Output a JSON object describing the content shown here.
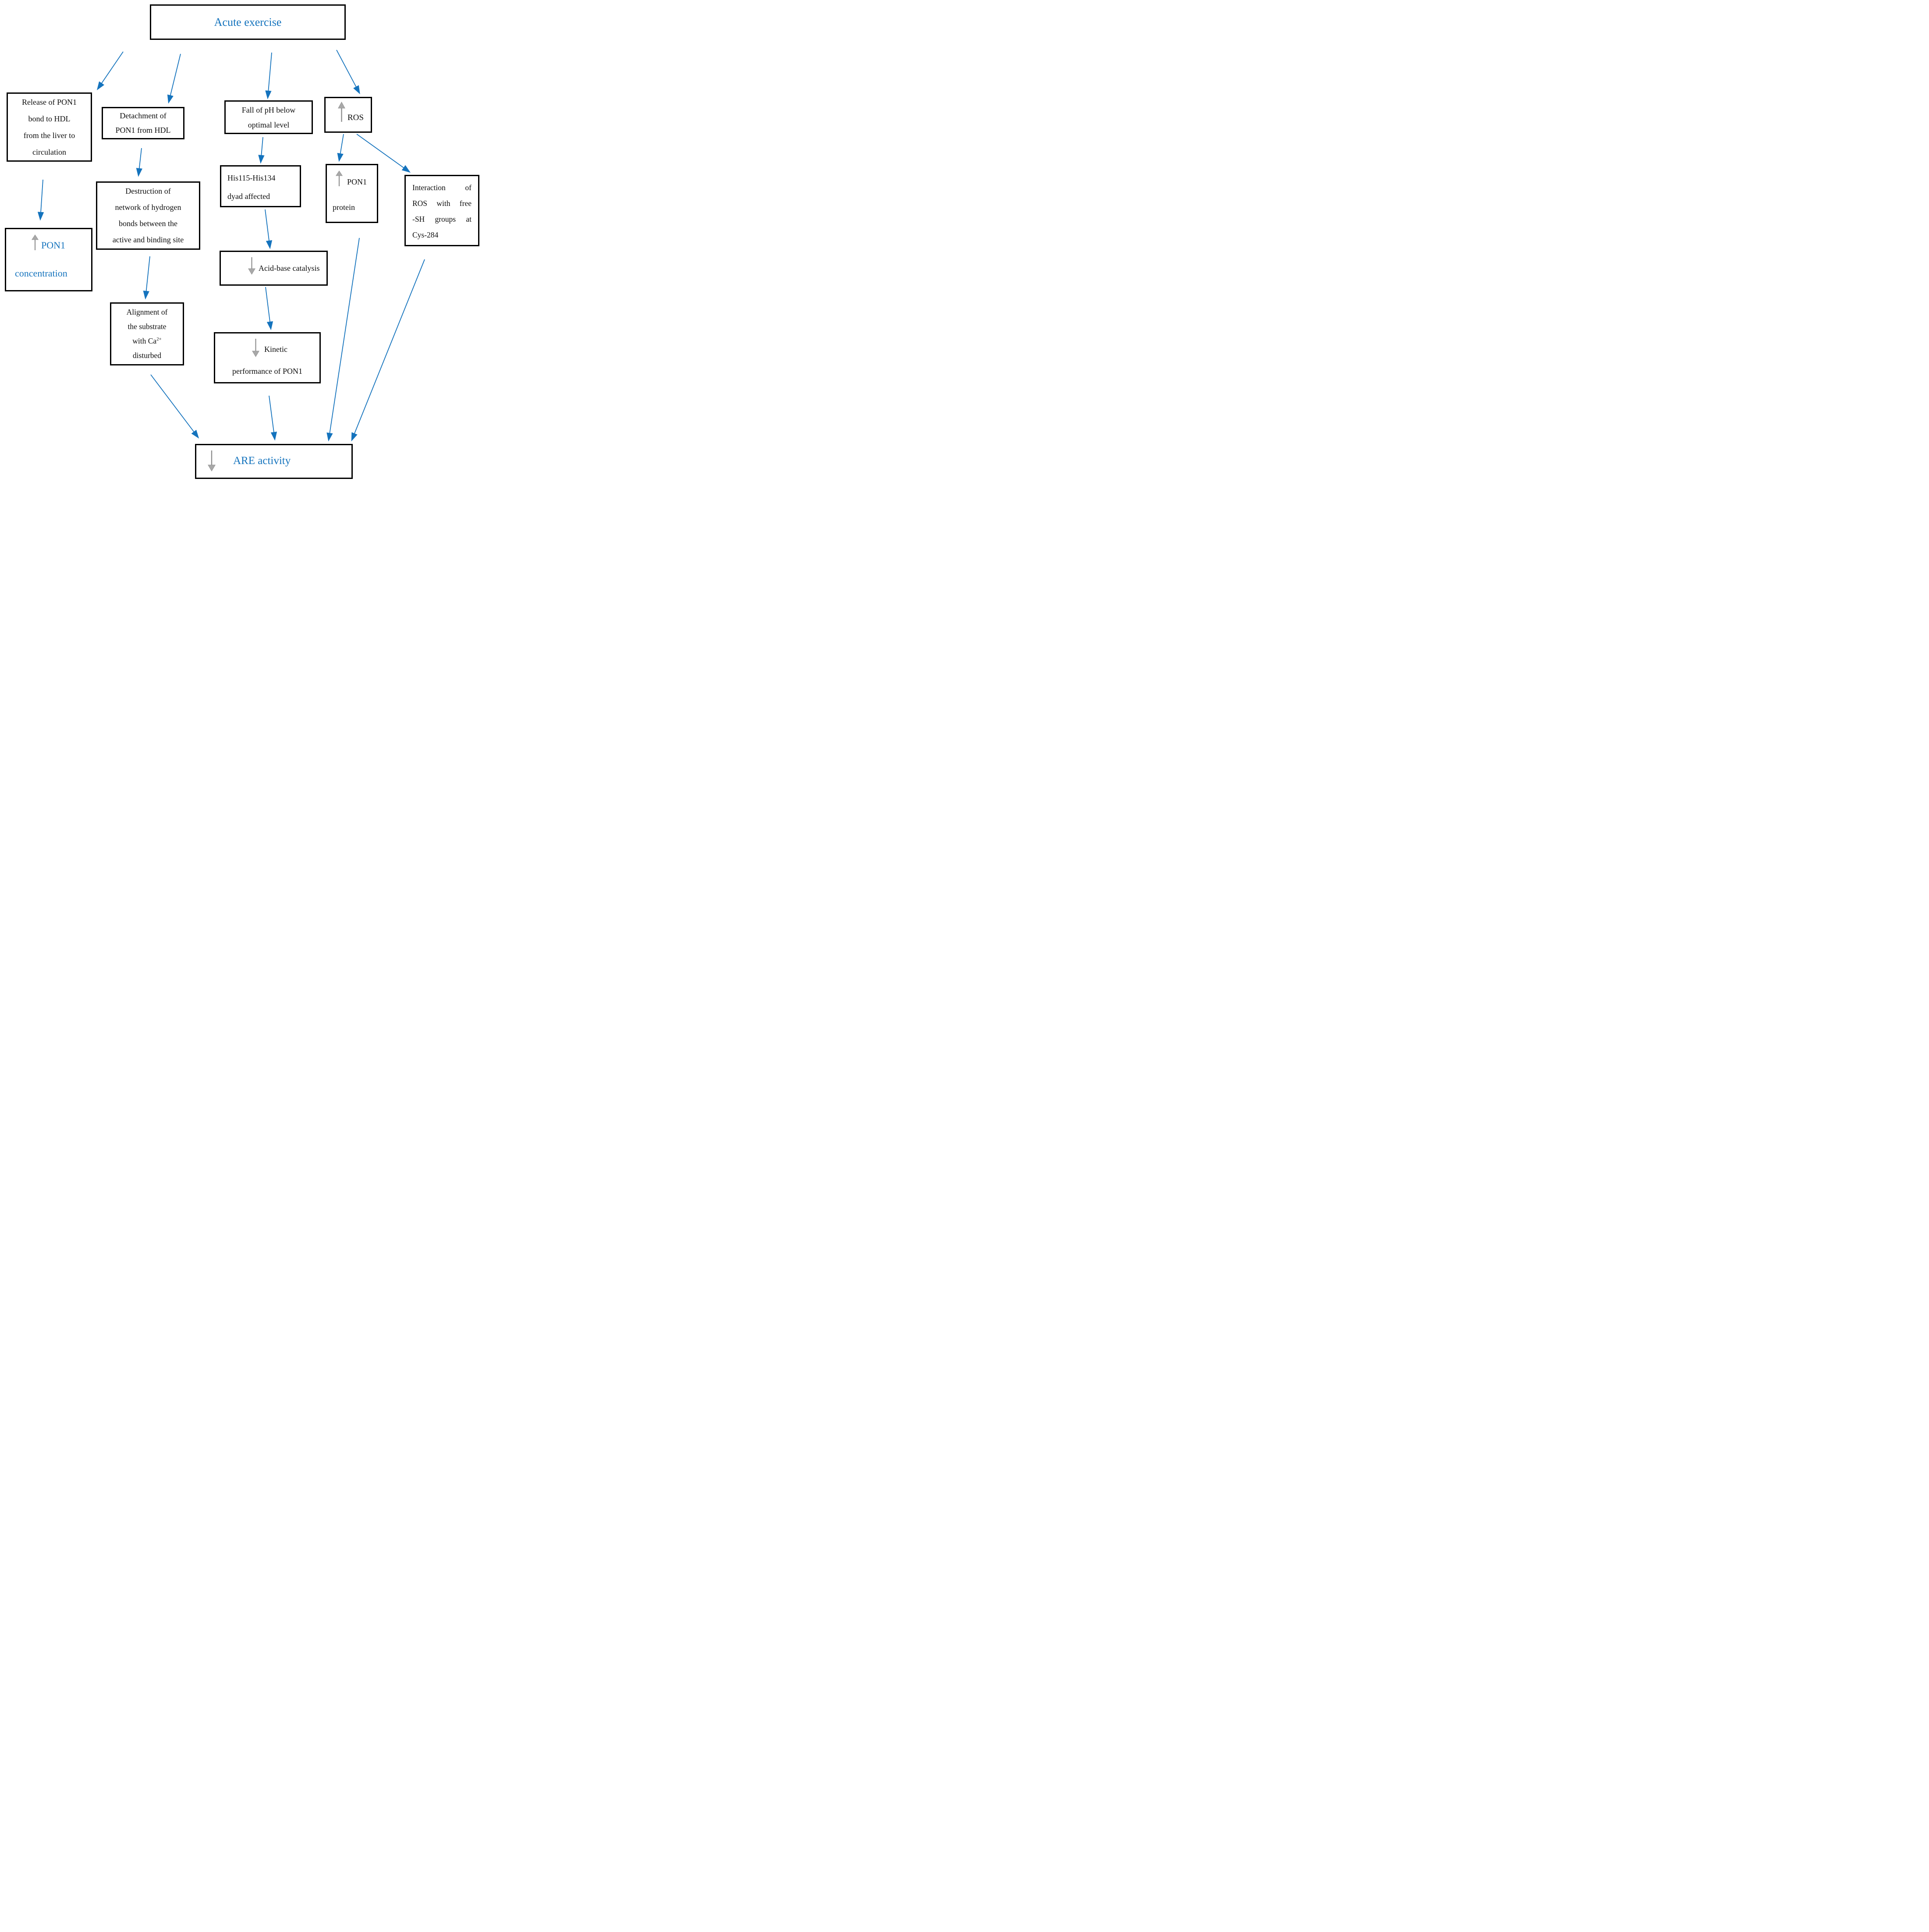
{
  "title": "Acute exercise effect on PON1 ARE activity flow diagram",
  "colors": {
    "accent_blue": "#1473bd",
    "text_black": "#0d0d0d",
    "arrow_gray_fill": "#a8a8a8",
    "arrow_gray_stem": "#8f8f8f",
    "box_border": "#000000",
    "background": "#ffffff"
  },
  "icons": {
    "up_arrow": "gray-up-arrow",
    "down_arrow": "gray-down-arrow",
    "flow_arrow": "blue-flow-arrow"
  },
  "nodes": {
    "acute": {
      "label": "Acute exercise"
    },
    "release": {
      "lines": [
        "Release of PON1",
        "bond to HDL",
        "from the liver to",
        "circulation"
      ]
    },
    "detach": {
      "lines": [
        "Detachment of",
        "PON1 from HDL"
      ]
    },
    "fallph": {
      "lines": [
        "Fall of pH below",
        "optimal level"
      ]
    },
    "ros": {
      "label": "ROS"
    },
    "destruction": {
      "lines": [
        "Destruction of",
        "network of hydrogen",
        "bonds between the",
        "active and binding site"
      ]
    },
    "pon1conc": {
      "line1": "PON1",
      "line2": "concentration"
    },
    "his115": {
      "lines": [
        "His115-His134",
        "dyad affected"
      ]
    },
    "pon1protein": {
      "line1": "PON1",
      "line2": "protein"
    },
    "interaction": {
      "lines": [
        "Interaction of",
        "ROS with free",
        "-SH groups at",
        "Cys-284"
      ]
    },
    "acidbase": {
      "label": "Acid-base catalysis"
    },
    "alignment": {
      "line1": "Alignment of",
      "line2": "the substrate",
      "line3_pre": "with Ca",
      "line3_sup": "2+",
      "line4": "disturbed"
    },
    "kinetic": {
      "line1": "Kinetic",
      "line2": "performance of PON1"
    },
    "are": {
      "label": "ARE activity"
    }
  }
}
